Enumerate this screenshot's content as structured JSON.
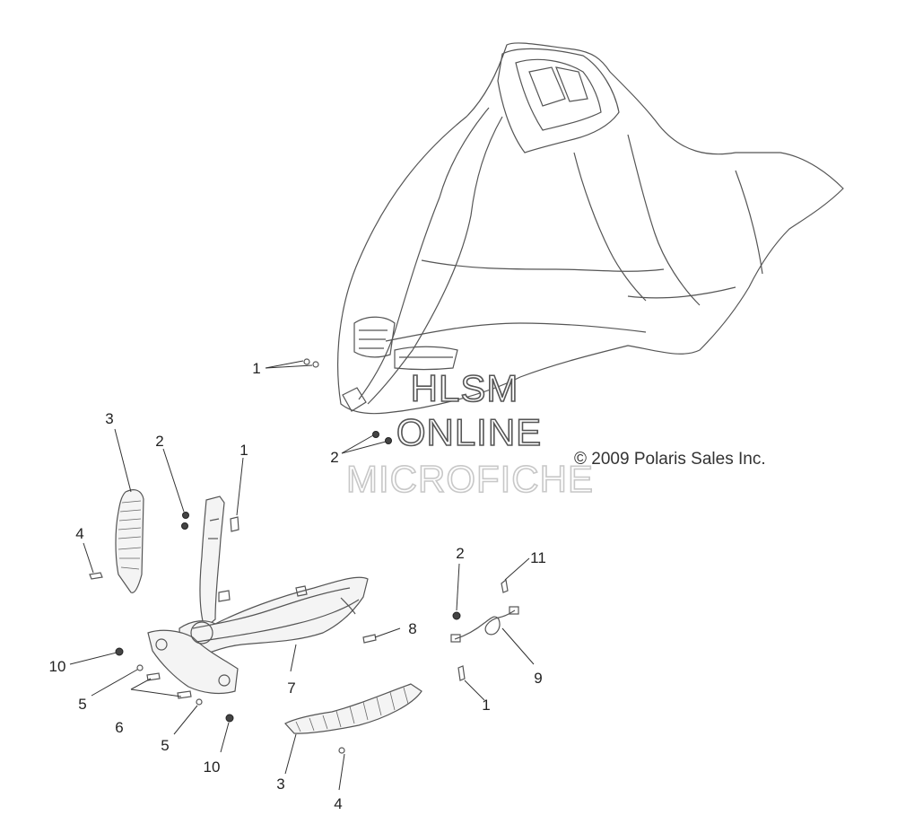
{
  "watermark": {
    "line1": "HLSM",
    "line2": "ONLINE",
    "line3": "MICROFICHE"
  },
  "copyright": "© 2009 Polaris Sales Inc.",
  "callouts": {
    "c1_hood": "1",
    "c2_hood": "2",
    "c3_left": "3",
    "c2_left": "2",
    "c1_left": "1",
    "c4_left": "4",
    "c10_left": "10",
    "c5_upper": "5",
    "c6": "6",
    "c5_lower": "5",
    "c10_lower": "10",
    "c7": "7",
    "c8": "8",
    "c2_right": "2",
    "c11": "11",
    "c9": "9",
    "c1_right": "1",
    "c3_bottom": "3",
    "c4_bottom": "4"
  }
}
